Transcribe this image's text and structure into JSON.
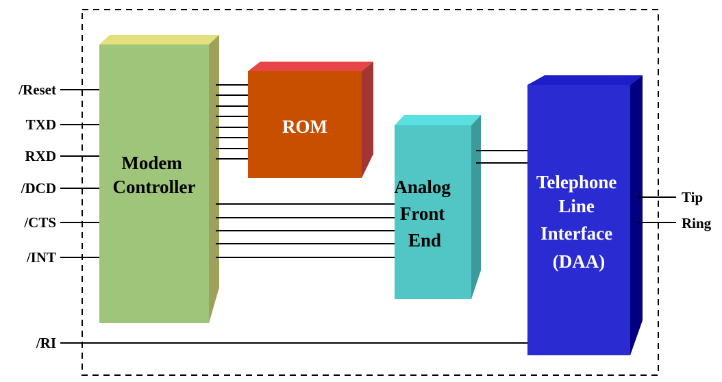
{
  "left_pins": [
    "/Reset",
    "TXD",
    "RXD",
    "/DCD",
    "/CTS",
    "/INT"
  ],
  "ri_pin": "/RI",
  "right_pins": [
    "Tip",
    "Ring"
  ],
  "blocks": {
    "modem_controller": {
      "lines": [
        "Modem",
        "Controller"
      ],
      "text_color": "#000000",
      "front_color": "#9fc57a",
      "top_color": "#e2e080",
      "side_color": "#9ea159"
    },
    "rom": {
      "lines": [
        "ROM"
      ],
      "text_color": "#ffffff",
      "front_color": "#c84e00",
      "top_color": "#e64646",
      "side_color": "#a33532"
    },
    "afe": {
      "lines": [
        "Analog",
        "Front",
        "End"
      ],
      "text_color": "#000000",
      "front_color": "#51c6c5",
      "top_color": "#5ae0e0",
      "side_color": "#3b9b9b"
    },
    "daa": {
      "lines": [
        "Telephone",
        "Line",
        "Interface",
        "(DAA)"
      ],
      "text_color": "#ffffff",
      "front_color": "#2b2bd2",
      "top_color": "#1e1ec8",
      "side_color": "#000080"
    }
  }
}
